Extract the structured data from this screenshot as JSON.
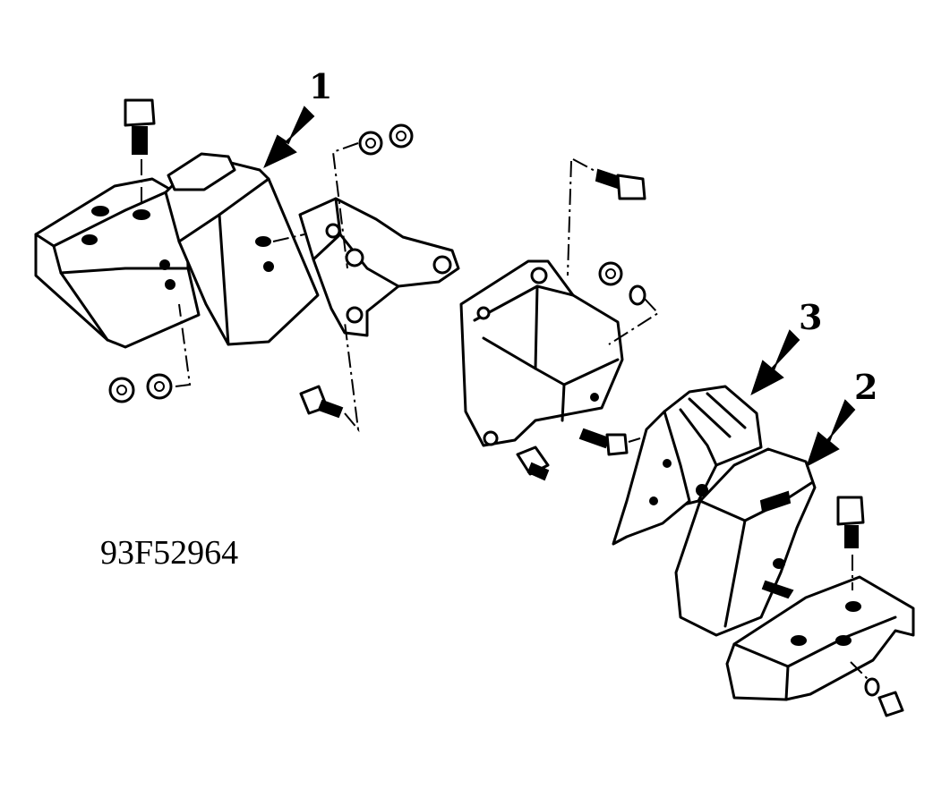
{
  "callouts": {
    "one": "1",
    "two": "2",
    "three": "3"
  },
  "figure_code": "93F52964"
}
